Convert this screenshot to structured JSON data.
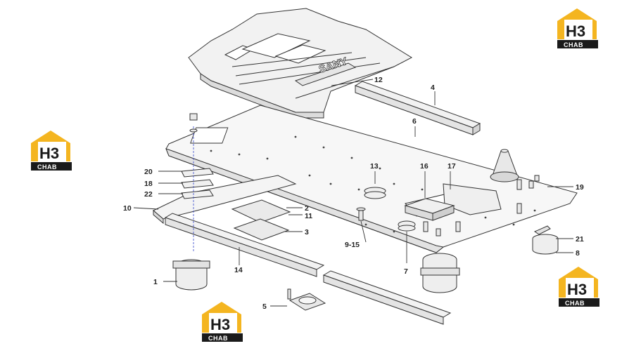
{
  "diagram": {
    "brand_text": "SANY",
    "colors": {
      "line": "#333333",
      "leader": "#cc3344",
      "logo_yellow": "#f4b520",
      "logo_black": "#1a1a1a",
      "part_fill": "#f2f2f2"
    },
    "part_labels": [
      "1",
      "2",
      "3",
      "4",
      "5",
      "6",
      "7",
      "8",
      "9-15",
      "10",
      "11",
      "12",
      "13",
      "14",
      "16",
      "17",
      "18",
      "19",
      "20",
      "21",
      "22"
    ]
  },
  "watermarks": [
    {
      "logo_letters": "H3",
      "caption": "CHAB",
      "icon": "house-logo-icon"
    },
    {
      "logo_letters": "H3",
      "caption": "CHAB",
      "icon": "house-logo-icon"
    },
    {
      "logo_letters": "H3",
      "caption": "CHAB",
      "icon": "house-logo-icon"
    },
    {
      "logo_letters": "H3",
      "caption": "CHAB",
      "icon": "house-logo-icon"
    }
  ]
}
